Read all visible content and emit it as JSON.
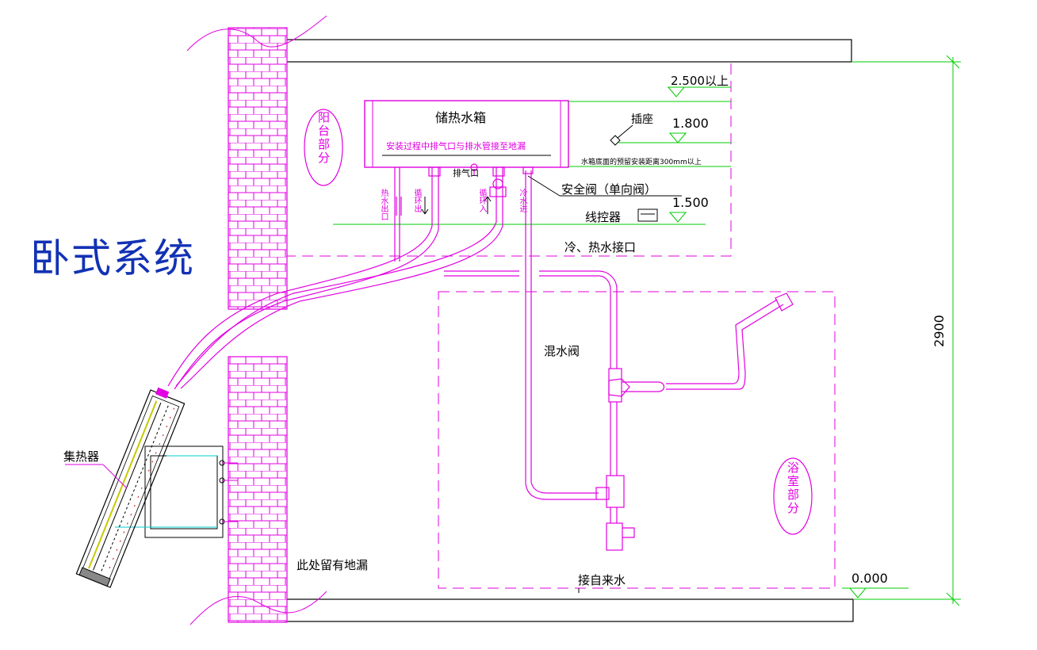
{
  "title": "卧式系统",
  "tank_label": "储热水箱",
  "tank_note": "安装过程中排气口与排水管接至地漏",
  "exhaust_port": "排气口",
  "tank_ports": [
    "热水出口",
    "循环出",
    "循环入",
    "冷水进"
  ],
  "safety_valve": "安全阀（单向阀）",
  "line_controller": "线控器",
  "cold_hot_interface": "冷、热水接口",
  "socket": "插座",
  "tank_bottom_note": "水箱底面的预留安装距离300mm以上",
  "elevations": [
    "2.500以上",
    "1.800",
    "1.500",
    "0.000"
  ],
  "dimension": "2900",
  "mixing_valve": "混水阀",
  "collector": "集热器",
  "floor_drain": "此处留有地漏",
  "tap_water": "接自来水",
  "balcony_part": "阳台部分",
  "bathroom_part": "浴室部分",
  "colors": {
    "pipe": "#e200e2",
    "dimension": "#00cc00",
    "title": "#1232b4",
    "line": "#000000"
  }
}
